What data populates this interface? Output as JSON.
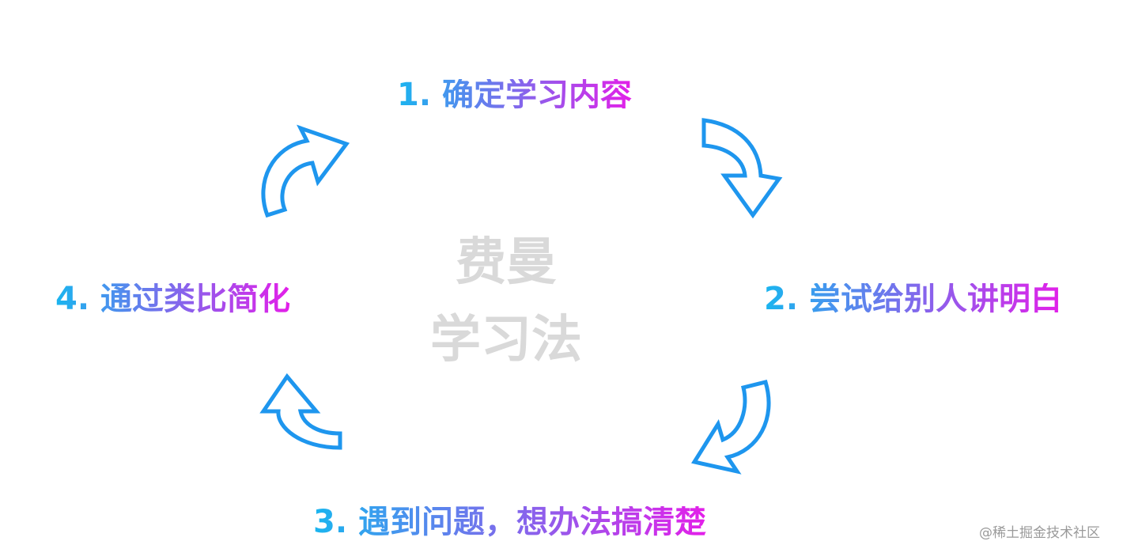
{
  "steps": [
    {
      "label": "1. 确定学习内容"
    },
    {
      "label": "2. 尝试给别人讲明白"
    },
    {
      "label": "3. 遇到问题，想办法搞清楚"
    },
    {
      "label": "4. 通过类比简化"
    }
  ],
  "center": {
    "line1": "费曼",
    "line2": "学习法"
  },
  "watermark": "@稀土掘金技术社区",
  "colors": {
    "gradient_start": "#1ab5ef",
    "gradient_end": "#e31fe9",
    "arrow_stroke": "#1e96ee",
    "center_text": "#d9d9d9",
    "watermark_text": "#9a9a9a"
  }
}
